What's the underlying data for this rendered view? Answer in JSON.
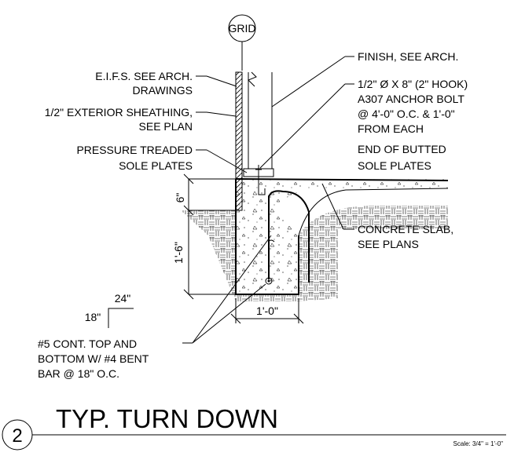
{
  "grid_label": "GRID",
  "callouts": {
    "eifs": [
      "E.I.F.S. SEE ARCH.",
      "DRAWINGS"
    ],
    "sheathing": [
      "1/2\" EXTERIOR SHEATHING,",
      "SEE PLAN"
    ],
    "sole_plates": [
      "PRESSURE TREADED",
      "SOLE PLATES"
    ],
    "finish": [
      "FINISH, SEE ARCH."
    ],
    "anchor_bolt": [
      "1/2\" Ø X 8\" (2\" HOOK)",
      "A307 ANCHOR BOLT",
      "@ 4'-0\" O.C. & 1'-0\"",
      "FROM EACH",
      "END OF BUTTED",
      "SOLE PLATES"
    ],
    "slab": [
      "CONCRETE SLAB,",
      "SEE PLANS"
    ],
    "rebar": [
      "#5 CONT. TOP AND",
      "BOTTOM W/ #4 BENT",
      "BAR @ 18\" O.C."
    ]
  },
  "dimensions": {
    "slab_depth": "6\"",
    "footing_depth": "1'-6\"",
    "footing_width": "1'-0\"",
    "slope_run": "24\"",
    "slope_rise": "18\""
  },
  "title": {
    "number": "2",
    "text": "TYP. TURN DOWN",
    "scale": "Scale: 3/4\" = 1'-0\""
  }
}
